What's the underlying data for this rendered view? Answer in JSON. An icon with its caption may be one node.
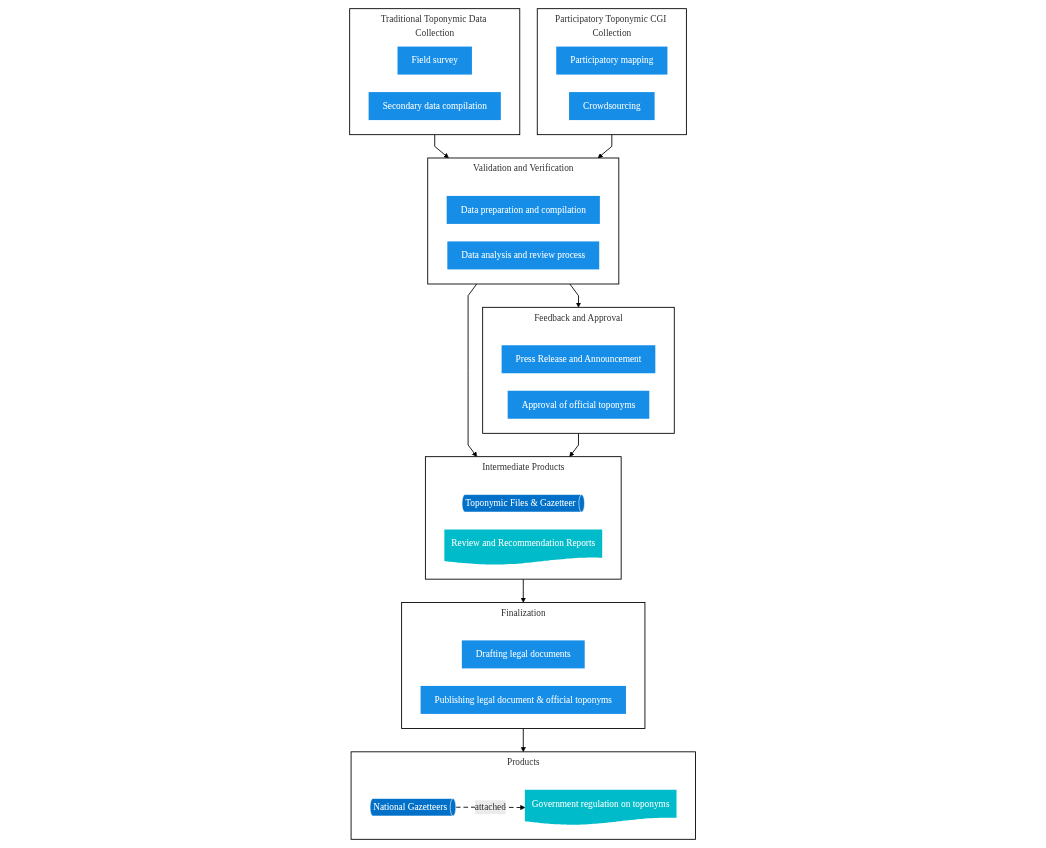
{
  "diagram": {
    "nodes": [
      {
        "text": [
          "Traditional Toponymic Data Collection"
        ]
      },
      {
        "text": [
          "Field survey"
        ],
        "in": 0
      },
      {
        "text": [
          "Secondary data compilation"
        ],
        "in": 0
      },
      {
        "text": [
          "Participatory Toponymic CGI Collection"
        ]
      },
      {
        "text": [
          "Participatory mapping"
        ],
        "in": 3
      },
      {
        "text": [
          "Crowdsourcing"
        ],
        "in": 3
      },
      {
        "text": [
          "Validation and Verification"
        ]
      },
      {
        "text": [
          "Data preparation and compilation"
        ],
        "in": 6
      },
      {
        "text": [
          "Data analysis and review process"
        ],
        "in": 6
      },
      {
        "text": [
          "Feedback and Approval"
        ]
      },
      {
        "text": [
          "Press Release and Announcement"
        ],
        "in": 9
      },
      {
        "text": [
          "Approval of official toponyms"
        ],
        "in": 9
      },
      {
        "text": [
          "Intermediate Products"
        ]
      },
      {
        "text": [
          "Toponymic Files & Gazetteer"
        ],
        "in": 12
      },
      {
        "text": [
          "Review and Recommendation Reports"
        ],
        "in": 12
      },
      {
        "text": [
          "Products"
        ]
      },
      {
        "text": [
          "Government regulation on toponyms"
        ],
        "in": 15
      },
      {
        "text": [
          "National Gazetteers"
        ],
        "in": 15
      },
      {
        "text": [
          "Finalization"
        ]
      },
      {
        "text": [
          "Drafting legal documents"
        ],
        "in": 18
      },
      {
        "text": [
          "Publishing legal document & official toponyms"
        ],
        "in": 18
      }
    ],
    "edges": [
      {
        "from": 0,
        "to": 6,
        "arrow": "to"
      },
      {
        "from": 3,
        "to": 6,
        "arrow": "to"
      },
      {
        "from": 6,
        "to": 9,
        "arrow": "to"
      },
      {
        "from": 6,
        "to": 12,
        "arrow": "to"
      },
      {
        "from": 9,
        "to": 12,
        "arrow": "to"
      },
      {
        "from": 12,
        "to": 18,
        "arrow": "to"
      },
      {
        "from": 18,
        "to": 15,
        "arrow": "to"
      },
      {
        "from": 17,
        "to": 16,
        "arrow": "to",
        "label": "attached",
        "style": "dashed"
      }
    ]
  }
}
